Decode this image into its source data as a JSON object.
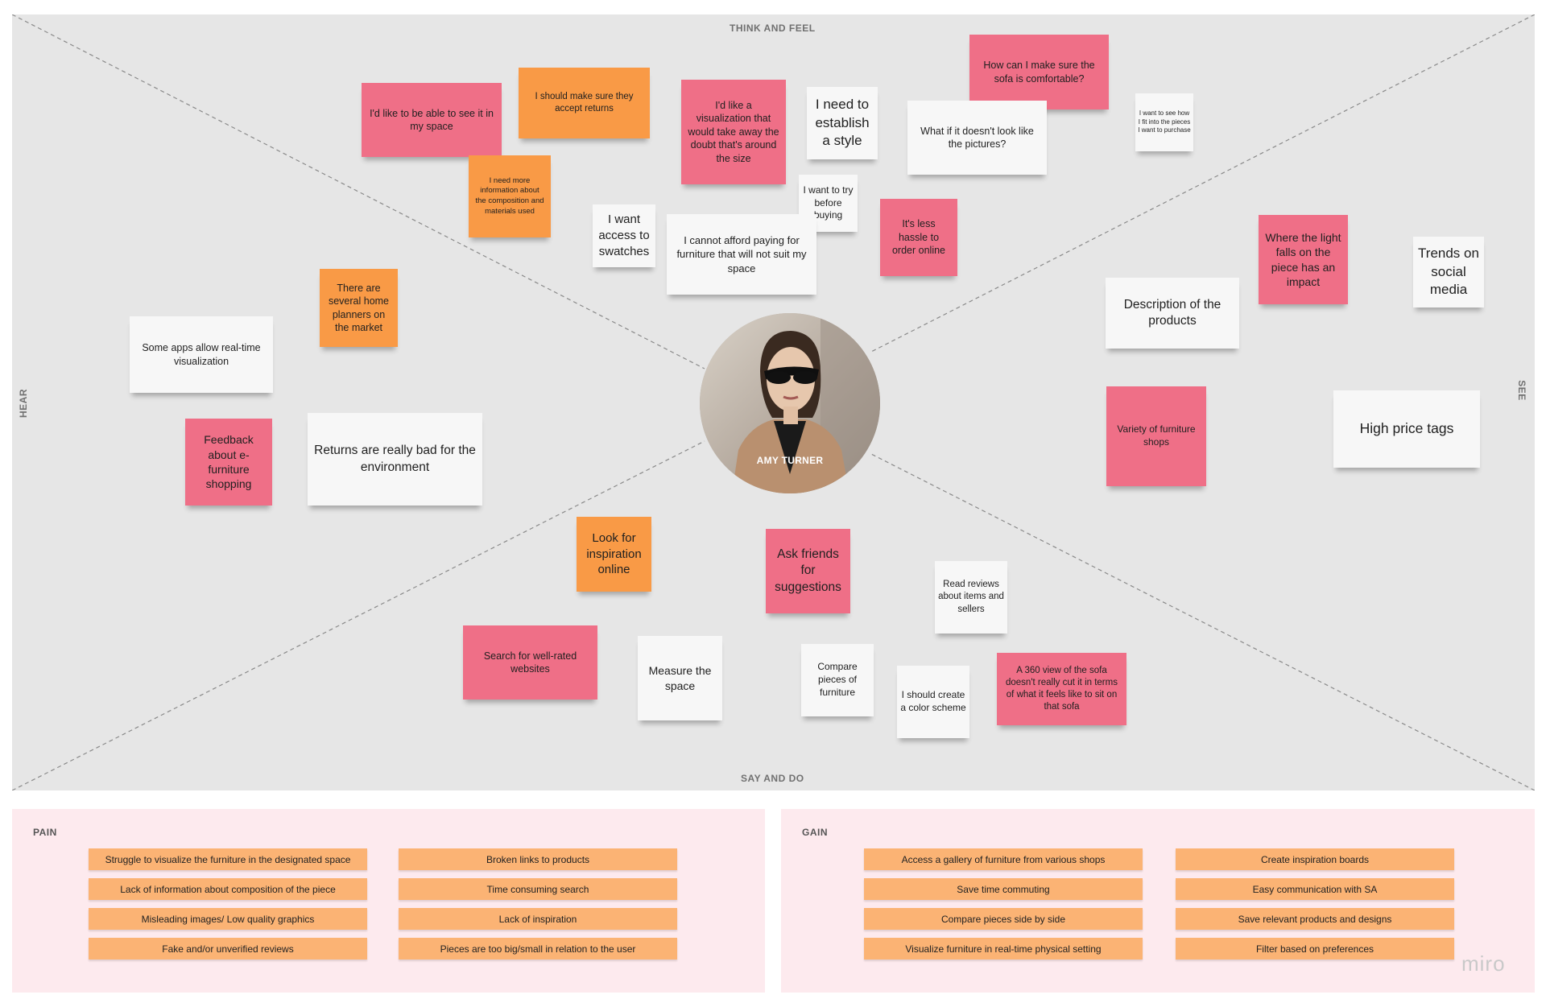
{
  "quadrants": {
    "top": "THINK AND FEEL",
    "bottom": "SAY AND DO",
    "left": "HEAR",
    "right": "SEE"
  },
  "persona": {
    "name": "AMY TURNER"
  },
  "notes": {
    "see_it": "I'd like to be able to see it in my space",
    "accept_returns": "I should make sure they accept returns",
    "more_info": "I need more information about the composition and materials used",
    "visualization": "I'd like a visualization that would take away the doubt that's around the size",
    "establish_style": "I need to establish a style",
    "sofa_comfortable": "How can I make sure the sofa is comfortable?",
    "doesnt_look": "What if it doesn't look like the pictures?",
    "fit_pieces": "I want to see how I fit into the pieces I want to purchase",
    "try_before": "I want to try before buying",
    "swatches": "I want access to swatches",
    "cannot_afford": "I cannot afford paying for furniture that will not suit my space",
    "less_hassle": "It's less hassle to order online",
    "home_planners": "There are several home planners on the market",
    "apps_realtime": "Some apps allow real-time visualization",
    "feedback": "Feedback about e-furniture shopping",
    "returns_bad": "Returns are really bad for the environment",
    "light_falls": "Where the light falls on the piece has an impact",
    "trends": "Trends on social media",
    "description": "Description of the products",
    "variety": "Variety of furniture shops",
    "high_price": "High price tags",
    "inspiration": "Look for inspiration online",
    "ask_friends": "Ask friends for suggestions",
    "read_reviews": "Read reviews about items and sellers",
    "search_websites": "Search for well-rated websites",
    "measure": "Measure the space",
    "compare": "Compare pieces of furniture",
    "color_scheme": "I should create a color scheme",
    "view_360": "A 360 view of the sofa doesn't really cut it in terms of what it feels like to sit on that sofa"
  },
  "pain": {
    "title": "PAIN",
    "items": [
      "Struggle to visualize the furniture in the designated space",
      "Lack of information about composition of the piece",
      "Misleading images/ Low quality graphics",
      "Fake and/or unverified reviews",
      "Broken links to products",
      "Time consuming search",
      "Lack of inspiration",
      "Pieces are too big/small in relation to the user"
    ]
  },
  "gain": {
    "title": "GAIN",
    "items": [
      "Access a gallery of furniture from various shops",
      "Save time commuting",
      "Compare pieces side by side",
      "Visualize furniture in real-time physical setting",
      "Create inspiration boards",
      "Easy communication with SA",
      "Save relevant products and designs",
      "Filter based on preferences"
    ]
  },
  "brand": "miro",
  "colors": {
    "pink_note": "#ef6f87",
    "orange_note": "#f99a46",
    "white_note": "#f7f7f7",
    "chip": "#fbb374",
    "panel": "#fdeaee",
    "board": "#e6e6e6"
  }
}
